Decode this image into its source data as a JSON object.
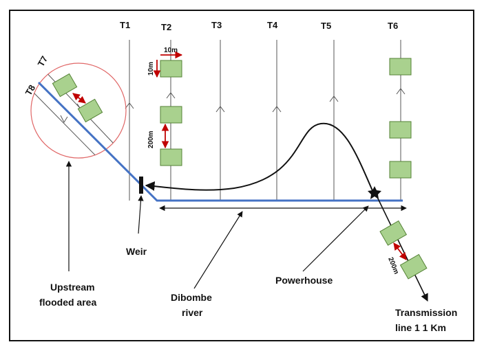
{
  "transect_labels": [
    "T1",
    "T2",
    "T3",
    "T4",
    "T5",
    "T6",
    "T7",
    "T8"
  ],
  "plot_size": {
    "width_label": "10m",
    "height_label": "10m"
  },
  "spacing_labels": {
    "t2": "200m",
    "line": "200m"
  },
  "labels": {
    "weir": "Weir",
    "upstream_1": "Upstream",
    "upstream_2": "flooded area",
    "river_1": "Dibombe",
    "river_2": "river",
    "powerhouse": "Powerhouse",
    "transmission_1": "Transmission",
    "transmission_2": "line 1 1 Km"
  },
  "colors": {
    "river": "#4472c4",
    "plot_fill": "#a9d18e",
    "plot_stroke": "#548235",
    "measure": "#c00000",
    "circle": "#e06666",
    "line": "#111111"
  }
}
